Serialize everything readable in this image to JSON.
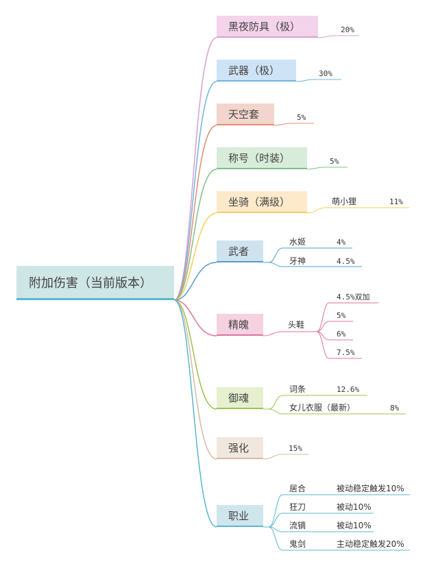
{
  "root": {
    "label": "附加伤害（当前版本）",
    "color": "#cfe6e6"
  },
  "branches": [
    {
      "label": "黑夜防具（极）",
      "color": "#f3d4ea",
      "line": "#d79fd0",
      "values": [
        "20%"
      ]
    },
    {
      "label": "武器（极）",
      "color": "#cfe3f6",
      "line": "#6fb4e0",
      "values": [
        "30%"
      ]
    },
    {
      "label": "天空套",
      "color": "#f3d5cd",
      "line": "#e08c70",
      "values": [
        "5%"
      ]
    },
    {
      "label": "称号（时装）",
      "color": "#d7ecd9",
      "line": "#7cc08a",
      "values": [
        "5%"
      ]
    },
    {
      "label": "坐骑（满级）",
      "color": "#fdeacb",
      "line": "#f3cf5c",
      "values": [
        "萌小狸",
        "11%"
      ]
    },
    {
      "label": "武者",
      "color": "#cfe3ef",
      "line": "#4f9ccc",
      "rows": [
        {
          "name": "水姬",
          "value": "4%"
        },
        {
          "name": "牙神",
          "value": "4.5%"
        }
      ]
    },
    {
      "label": "精魄",
      "color": "#f6d2e1",
      "line": "#e0709f",
      "sub": "头鞋",
      "values": [
        "4.5%双加",
        "5%",
        "6%",
        "7.5%"
      ]
    },
    {
      "label": "御魂",
      "color": "#e6f0cf",
      "line": "#9cc24c",
      "rows": [
        {
          "name": "词条",
          "value": "12.6%"
        },
        {
          "name": "女儿衣服（最新）",
          "value": "8%"
        }
      ]
    },
    {
      "label": "强化",
      "color": "#f0e8df",
      "line": "#d4b9a0",
      "values": [
        "15%"
      ]
    },
    {
      "label": "职业",
      "color": "#cfe6ec",
      "line": "#57b7cf",
      "rows": [
        {
          "name": "居合",
          "value": "被动稳定触发10%"
        },
        {
          "name": "狂刀",
          "value": "被动10%"
        },
        {
          "name": "流镝",
          "value": "被动10%"
        },
        {
          "name": "鬼剑",
          "value": "主动稳定触发20%"
        }
      ]
    }
  ]
}
